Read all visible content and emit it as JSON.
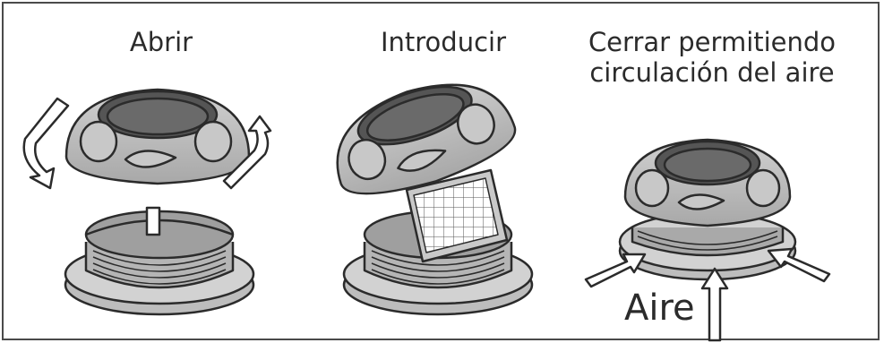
{
  "steps": [
    {
      "label": "Abrir"
    },
    {
      "label": "Introducir"
    },
    {
      "label": "Cerrar permitiendo circulación del aire"
    }
  ],
  "air_label": "Aire",
  "colors": {
    "outline": "#2b2b2b",
    "body": "#b9b9b9",
    "body_light": "#d6d6d6",
    "dark_recess": "#5a5a5a",
    "frame": "#4a4a4a"
  }
}
